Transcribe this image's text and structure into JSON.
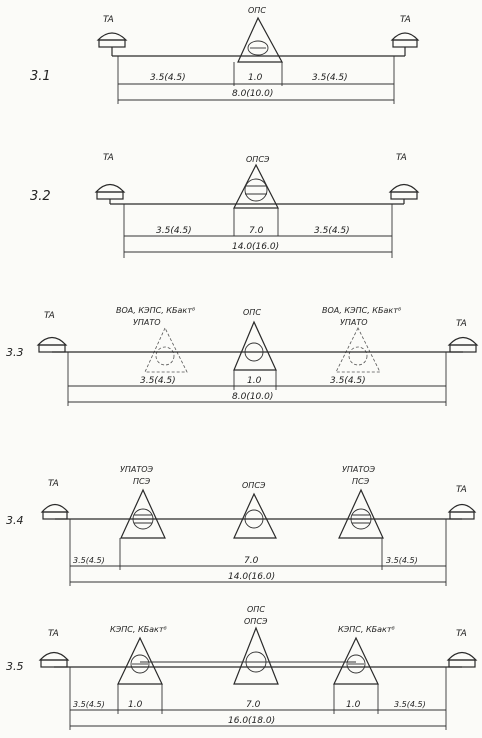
{
  "diagrams": [
    {
      "id": "3.1",
      "left_label": "TA",
      "right_label": "TA",
      "center_label_1": "ОПС",
      "center_label_2": "",
      "side_labels_1": "",
      "side_labels_2": "",
      "dim_left": "3.5(4.5)",
      "dim_center": "1.0",
      "dim_right": "3.5(4.5)",
      "dim_total": "8.0(10.0)"
    },
    {
      "id": "3.2",
      "left_label": "TA",
      "right_label": "TA",
      "center_label_1": "ОПСЭ",
      "center_label_2": "",
      "side_labels_1": "",
      "side_labels_2": "",
      "dim_left": "3.5(4.5)",
      "dim_center": "7.0",
      "dim_right": "3.5(4.5)",
      "dim_total": "14.0(16.0)"
    },
    {
      "id": "3.3",
      "left_label": "TA",
      "right_label": "TA",
      "center_label_1": "ОПС",
      "center_label_2": "",
      "side_labels_1": "ВОА, КЭПС, КБакт⁸",
      "side_labels_2": "УПАТО",
      "dim_left": "3.5(4.5)",
      "dim_center": "1.0",
      "dim_right": "3.5(4.5)",
      "dim_total": "8.0(10.0)"
    },
    {
      "id": "3.4",
      "left_label": "TA",
      "right_label": "TA",
      "center_label_1": "ОПСЭ",
      "center_label_2": "",
      "side_labels_1": "УПАТОЭ",
      "side_labels_2": "ПСЭ",
      "dim_left": "3.5(4.5)",
      "dim_center": "7.0",
      "dim_right": "3.5(4.5)",
      "dim_total": "14.0(16.0)"
    },
    {
      "id": "3.5",
      "left_label": "TA",
      "right_label": "TA",
      "center_label_1": "ОПС",
      "center_label_2": "ОПСЭ",
      "side_labels_1": "КЭПС, КБакт⁸",
      "side_labels_2": "",
      "dim_left": "3.5(4.5)",
      "dim_center": "7.0",
      "dim_right": "3.5(4.5)",
      "dim_total": "16.0(18.0)",
      "dim_side": "1.0"
    }
  ]
}
